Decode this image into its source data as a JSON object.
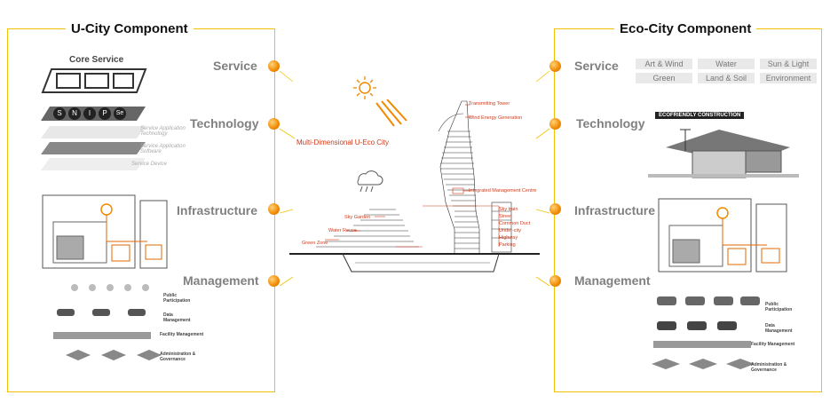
{
  "left_panel": {
    "title": "U-City Component",
    "core_service_label": "Core Service",
    "core_icons": [
      "S",
      "N",
      "I",
      "P",
      "Se"
    ],
    "stack_labels": [
      "Service Application Technology",
      "Service Application Software",
      "Service Device"
    ],
    "mgmt_labels": [
      "Public Participation",
      "Data Management",
      "Facility Management",
      "Administration & Governance"
    ]
  },
  "right_panel": {
    "title": "Eco-City Component",
    "services": [
      "Art & Wind",
      "Water",
      "Sun & Light",
      "Green",
      "Land & Soil",
      "Environment"
    ],
    "eco_title": "ECOFRIENDLY CONSTRUCTION",
    "mgmt_labels": [
      "Public Participation",
      "Data Management",
      "Facility Management",
      "Administration & Governance"
    ]
  },
  "categories": {
    "left": [
      "Service",
      "Technology",
      "Infrastructure",
      "Management"
    ],
    "right": [
      "Service",
      "Technology",
      "Infrastructure",
      "Management"
    ]
  },
  "center": {
    "title": "Multi-Dimensional U-Eco City",
    "labels": [
      "Transmitting Tower",
      "Wind Energy Generation",
      "Integrated Management Centre",
      "Sky Garden",
      "Water Reuse",
      "Green Zone",
      "Sky train",
      "Street",
      "Common Duct",
      "Under-city",
      "Highway",
      "Parking"
    ]
  },
  "colors": {
    "accent": "#f08a00",
    "border": "#f2c100",
    "label_red": "#d03a1a"
  }
}
